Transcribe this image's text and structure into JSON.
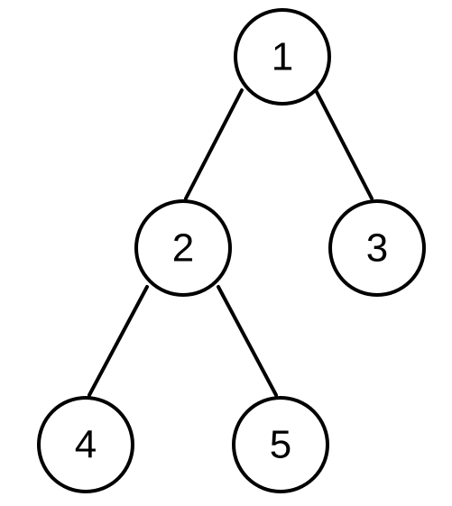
{
  "tree": {
    "nodes": [
      {
        "id": "1",
        "label": "1"
      },
      {
        "id": "2",
        "label": "2"
      },
      {
        "id": "3",
        "label": "3"
      },
      {
        "id": "4",
        "label": "4"
      },
      {
        "id": "5",
        "label": "5"
      }
    ],
    "edges": [
      {
        "from": "1",
        "to": "2"
      },
      {
        "from": "1",
        "to": "3"
      },
      {
        "from": "2",
        "to": "4"
      },
      {
        "from": "2",
        "to": "5"
      }
    ],
    "colors": {
      "stroke": "#000000",
      "fill": "#ffffff",
      "text": "#000000"
    }
  }
}
